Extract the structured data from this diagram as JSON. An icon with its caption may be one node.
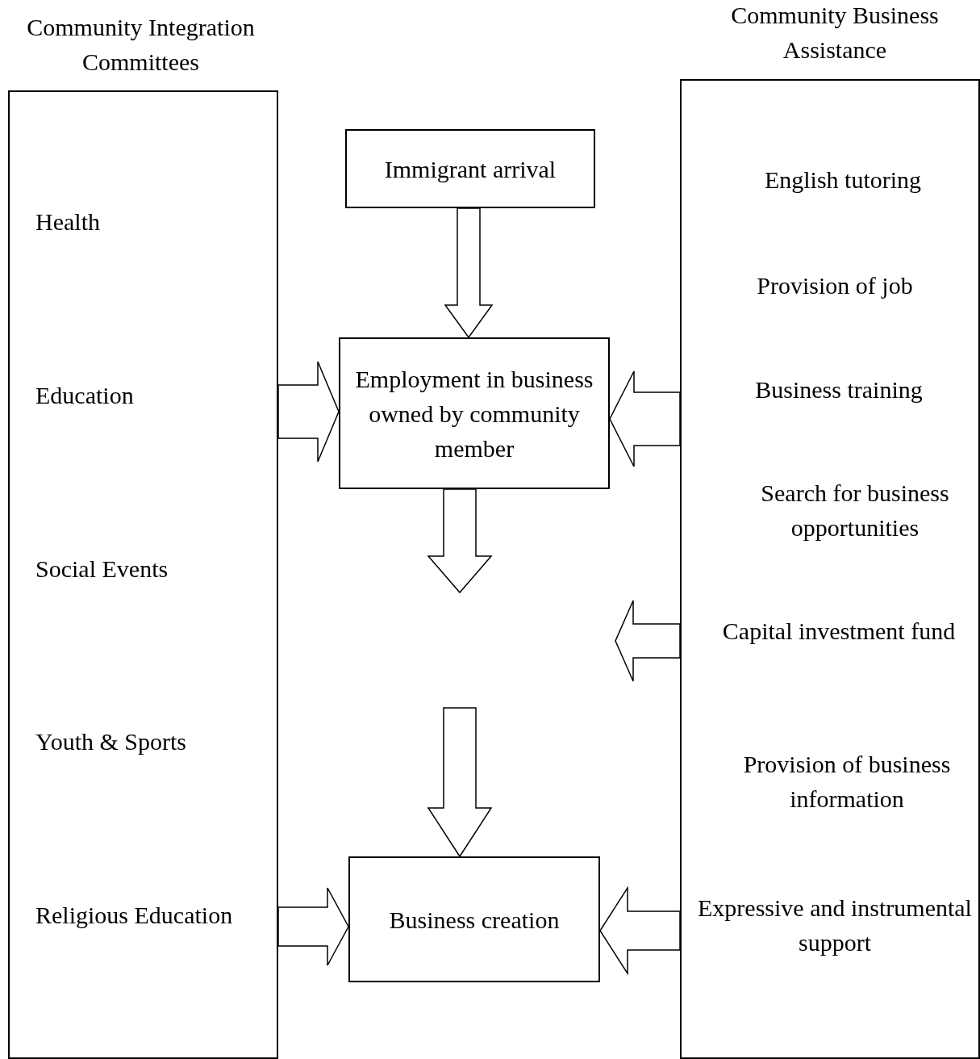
{
  "diagram": {
    "nodes": [
      {
        "text": [
          "Community Integration Committees",
          "Health",
          "Education",
          "Social Events",
          "Youth & Sports",
          "Religious Education"
        ]
      },
      {
        "text": [
          "Community Business Assistance",
          "English tutoring",
          "Provision of job",
          "Business training",
          "Search for business opportunities",
          "Capital investment fund",
          "Provision of business information",
          "Expressive and instrumental support"
        ]
      },
      {
        "text": [
          "Immigrant arrival"
        ]
      },
      {
        "text": [
          "Employment in business owned by community member"
        ]
      },
      {
        "text": [
          "Business creation"
        ]
      }
    ],
    "edges": [
      {
        "from": 2,
        "to": 3,
        "arrow": "to"
      },
      {
        "from": 0,
        "to": 3,
        "arrow": "to"
      },
      {
        "from": 1,
        "to": 3,
        "arrow": "to"
      },
      {
        "from": 3,
        "to": null,
        "arrow": "to"
      },
      {
        "from": null,
        "to": 4,
        "arrow": "to"
      },
      {
        "from": 1,
        "to": null,
        "arrow": "to"
      },
      {
        "from": 0,
        "to": 4,
        "arrow": "to"
      },
      {
        "from": 1,
        "to": 4,
        "arrow": "to"
      }
    ]
  }
}
